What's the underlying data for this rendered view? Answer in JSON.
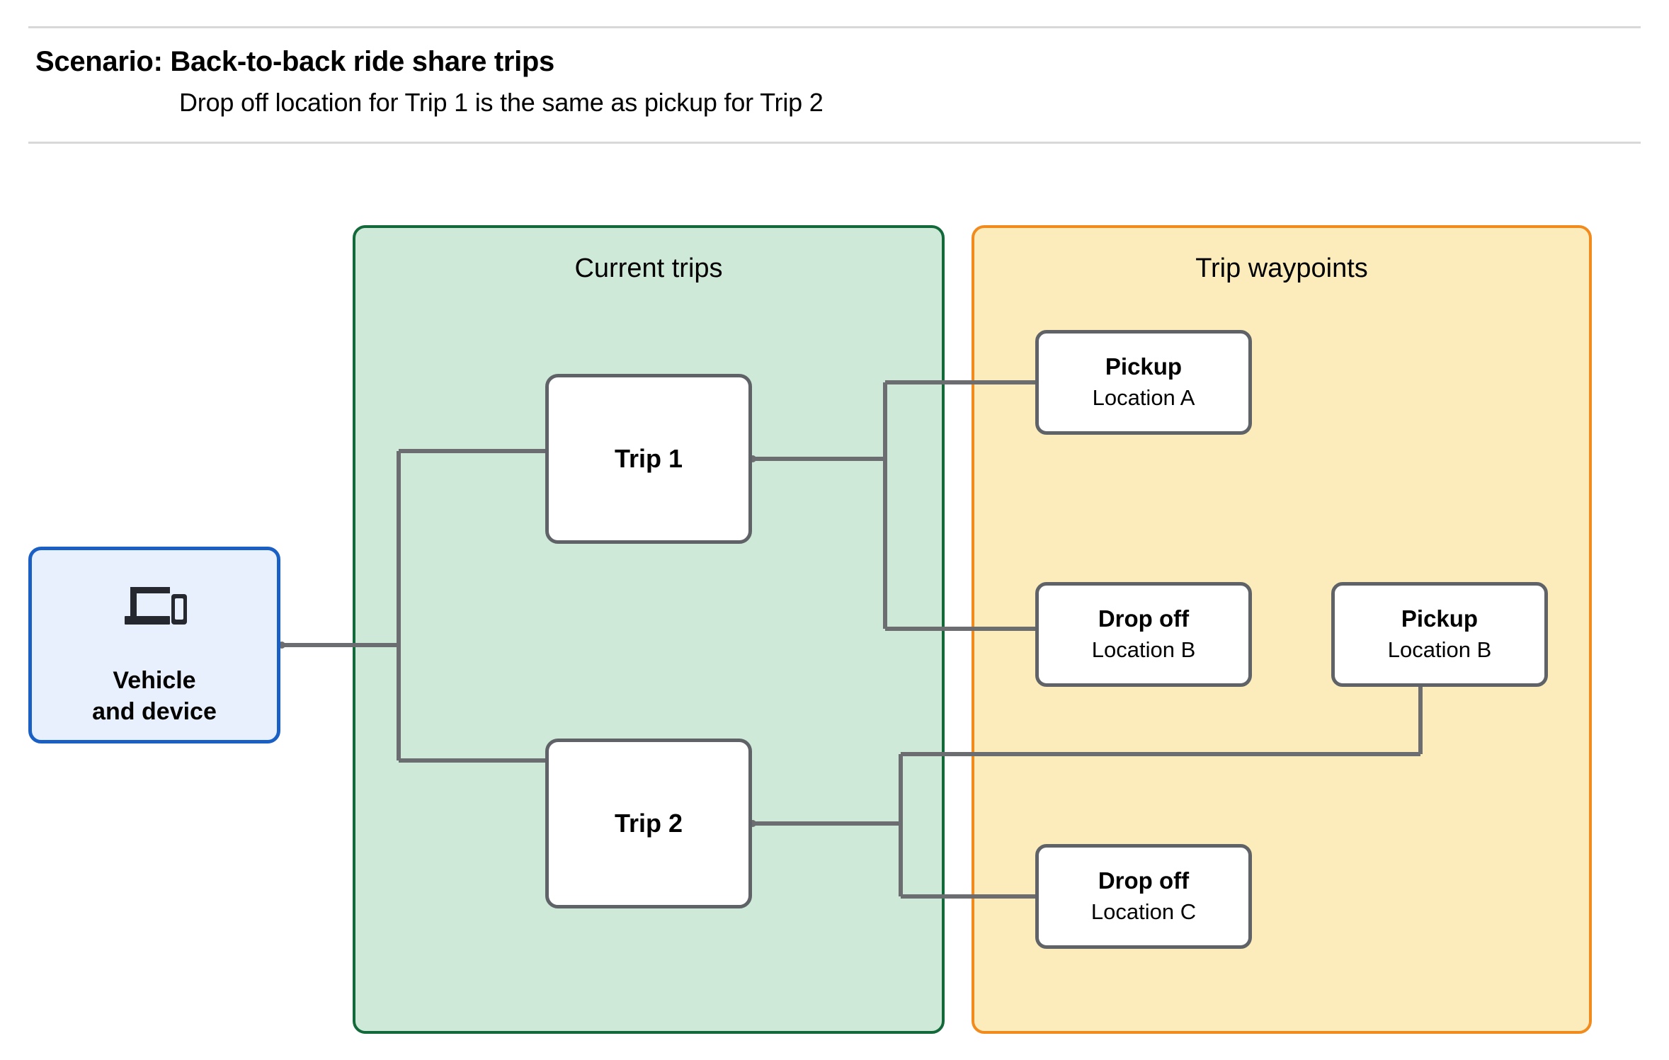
{
  "header": {
    "title": "Scenario: Back-to-back ride share trips",
    "subtitle": "Drop off  location for Trip 1 is the same as pickup for Trip 2"
  },
  "groups": {
    "current_trips": {
      "title": "Current trips",
      "fill": "#cee9d7",
      "border": "#13693a"
    },
    "trip_waypoints": {
      "title": "Trip waypoints",
      "fill": "#fcecbb",
      "border": "#f28b1e"
    }
  },
  "vehicle": {
    "label": "Vehicle\nand device",
    "icon": "laptop-and-phone-icon",
    "fill": "#e8f0fe",
    "border": "#1a5fc4"
  },
  "trips": [
    {
      "label": "Trip 1"
    },
    {
      "label": "Trip 2"
    }
  ],
  "waypoints": [
    {
      "kind": "Pickup",
      "location": "Location A"
    },
    {
      "kind": "Drop off",
      "location": "Location B"
    },
    {
      "kind": "Pickup",
      "location": "Location B"
    },
    {
      "kind": "Drop off",
      "location": "Location C"
    }
  ],
  "connector_color": "#6b6d70",
  "node_border_color": "#5f6368"
}
